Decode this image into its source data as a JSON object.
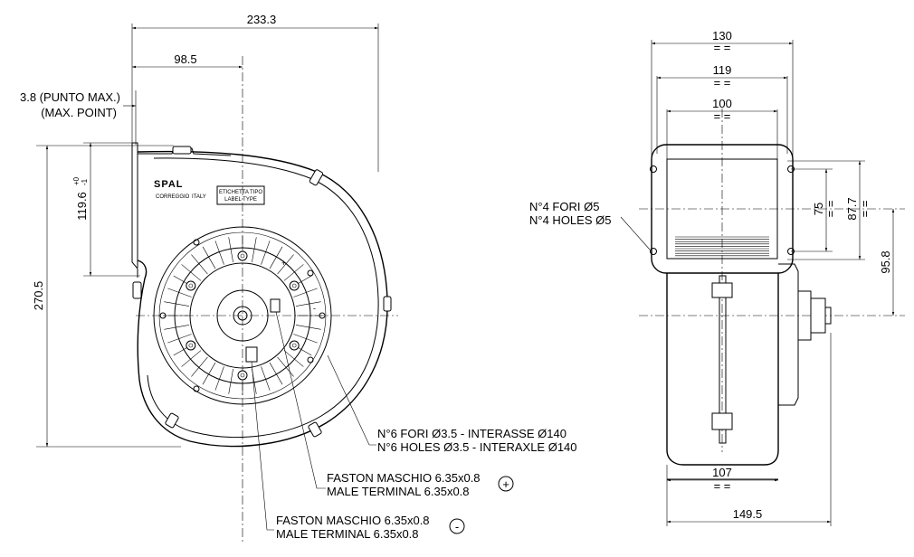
{
  "front_view": {
    "dim_width_total": "233.3",
    "dim_center_offset": "98.5",
    "dim_height_total": "270.5",
    "dim_outlet_height": "119.6",
    "dim_outlet_tol_upper": "+0",
    "dim_outlet_tol_lower": "-1",
    "note_max_point_it": "3.8 (PUNTO MAX.)",
    "note_max_point_en": "(MAX. POINT)",
    "brand_logo": "SPAL",
    "brand_city": "CORREGGIO",
    "brand_country": "ITALY",
    "label_type_it": "ETICHETTA TIPO",
    "label_type_en": "LABEL TYPE",
    "holes_note_it": "N°6 FORI Ø3.5 - INTERASSE Ø140",
    "holes_note_en": "N°6 HOLES Ø3.5 - INTERAXLE Ø140",
    "terminal_plus_it": "FASTON MASCHIO 6.35x0.8",
    "terminal_plus_en": "MALE TERMINAL 6.35x0.8",
    "plus_symbol": "+",
    "terminal_minus_it": "FASTON MASCHIO 6.35x0.8",
    "terminal_minus_en": "MALE TERMINAL 6.35x0.8",
    "minus_symbol": "-"
  },
  "side_view": {
    "dim_130": "130",
    "dim_119": "119",
    "dim_100": "100",
    "dim_107": "107",
    "dim_149_5": "149.5",
    "dim_75": "75",
    "dim_87_7": "87.7",
    "dim_95_8": "95.8",
    "holes_note_it": "N°4 FORI Ø5",
    "holes_note_en": "N°4 HOLES Ø5",
    "equal_mark": "= ="
  }
}
